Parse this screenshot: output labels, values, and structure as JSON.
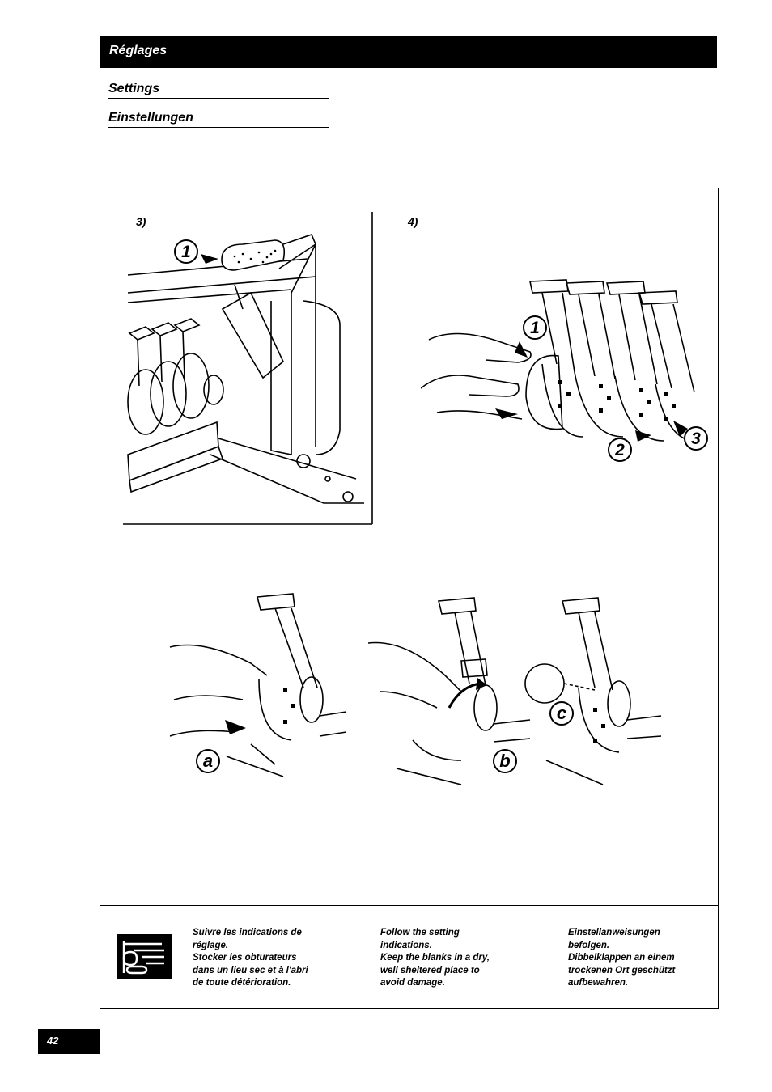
{
  "header": {
    "title": "Réglages"
  },
  "subtitles": [
    "Settings",
    "Einstellungen"
  ],
  "figures": {
    "fig3": {
      "label": "3)",
      "callouts": [
        "1"
      ]
    },
    "fig4": {
      "label": "4)",
      "callouts": [
        "1",
        "2",
        "3"
      ]
    },
    "steps": [
      "a",
      "b",
      "c"
    ]
  },
  "notes": {
    "icon": "manual-reference-icon",
    "fr": [
      "Suivre les indications de",
      "réglage.",
      "Stocker les obturateurs",
      "dans un lieu sec et à l'abri",
      "de toute détérioration."
    ],
    "en": [
      "Follow the setting",
      "indications.",
      "Keep the blanks in a dry,",
      "well sheltered place to",
      "avoid damage."
    ],
    "de": [
      "Einstellanweisungen",
      "befolgen.",
      "Dibbelklappen an einem",
      "trockenen Ort geschützt",
      "aufbewahren."
    ]
  },
  "page": {
    "number": "42"
  }
}
